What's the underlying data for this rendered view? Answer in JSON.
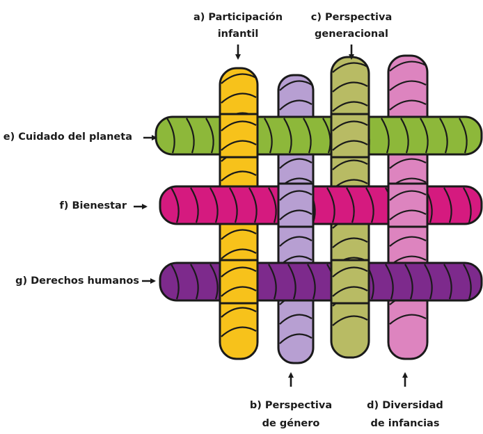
{
  "labels": {
    "a_line1": "a) Participación",
    "a_line2": "infantil",
    "c_line1": "c)  Perspectiva",
    "c_line2": "generacional",
    "e": "e) Cuidado del planeta",
    "f": "f) Bienestar",
    "g": "g) Derechos humanos",
    "b_line1": "b) Perspectiva",
    "b_line2": "de género",
    "d_line1": "d) Diversidad",
    "d_line2": "de infancias"
  },
  "colors": {
    "yellow_rope": "#f7c21b",
    "lilac_rope": "#b79fd2",
    "olive_rope": "#b8bb64",
    "pink_rope": "#dd84bf",
    "green_rope": "#8db83a",
    "magenta_rope": "#d51a7f",
    "purple_rope": "#7d2a8c",
    "outline": "#1a1a1a"
  }
}
